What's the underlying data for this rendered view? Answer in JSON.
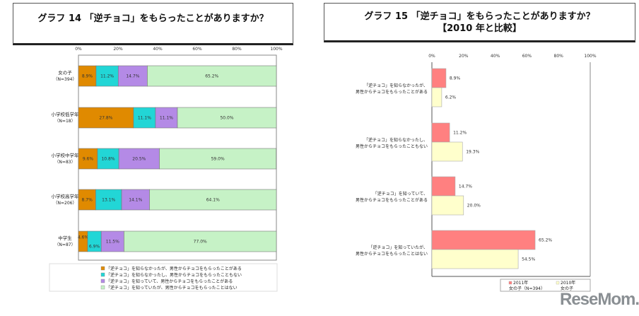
{
  "chart_data": [
    {
      "type": "bar",
      "orientation": "horizontal",
      "stacked": true,
      "title": "グラフ 14 「逆チョコ」をもらったことがありますか？",
      "categories": [
        [
          "女の子",
          "（N=394）"
        ],
        [
          "小学校低学年",
          "（N=18）"
        ],
        [
          "小学校中学年",
          "（N=83）"
        ],
        [
          "小学校高学年",
          "（N=206）"
        ],
        [
          "中学生",
          "（N=87）"
        ]
      ],
      "series": [
        {
          "name": "「逆チョコ」を知らなかったが、男性からチョコをもらったことがある",
          "color": "#E08A00",
          "values": [
            8.9,
            27.8,
            9.6,
            8.7,
            4.6
          ]
        },
        {
          "name": "「逆チョコ」を知らなかったし、男性からチョコをもらったこともない",
          "color": "#22D6D6",
          "values": [
            11.2,
            11.1,
            10.8,
            13.1,
            6.9
          ]
        },
        {
          "name": "「逆チョコ」を知っていて、男性からチョコをもらったことがある",
          "color": "#B48AE6",
          "values": [
            14.7,
            11.1,
            20.5,
            14.1,
            11.5
          ]
        },
        {
          "name": "「逆チョコ」を知っていたが、男性からチョコをもらったことはない",
          "color": "#C6F2C6",
          "values": [
            65.2,
            50.0,
            59.0,
            64.1,
            77.0
          ]
        }
      ],
      "xticks": [
        "0%",
        "20%",
        "40%",
        "60%",
        "80%",
        "100%"
      ],
      "xlim": [
        0,
        100
      ],
      "legend": "bottom"
    },
    {
      "type": "bar",
      "orientation": "horizontal",
      "title": "グラフ 15 「逆チョコ」をもらったことがありますか？",
      "subtitle": "【2010 年と比較】",
      "categories": [
        [
          "「逆チョコ」を知らなかったが、",
          "男性からチョコをもらったことがある"
        ],
        [
          "「逆チョコ」を知らなかったし、",
          "男性からチョコをもらったこともない"
        ],
        [
          "「逆チョコ」を知っていて、",
          "男性からチョコをもらったことがある"
        ],
        [
          "「逆チョコ」を知っていたが、",
          "男性からチョコをもらったことはない"
        ]
      ],
      "series": [
        {
          "name": "2011年 女の子（N=394）",
          "name_lines": [
            "2011年",
            "女の子（N=394）"
          ],
          "color": "#FF8080",
          "values": [
            8.9,
            11.2,
            14.7,
            65.2
          ]
        },
        {
          "name": "2010年 女の子",
          "name_lines": [
            "2010年",
            "女の子"
          ],
          "color": "#FFFFCC",
          "values": [
            6.2,
            19.3,
            20.0,
            54.5
          ]
        }
      ],
      "xticks": [
        "0%",
        "20%",
        "40%",
        "60%",
        "80%",
        "100%"
      ],
      "xlim": [
        0,
        100
      ],
      "legend": "bottom-right"
    }
  ],
  "logo": "ReseMom"
}
